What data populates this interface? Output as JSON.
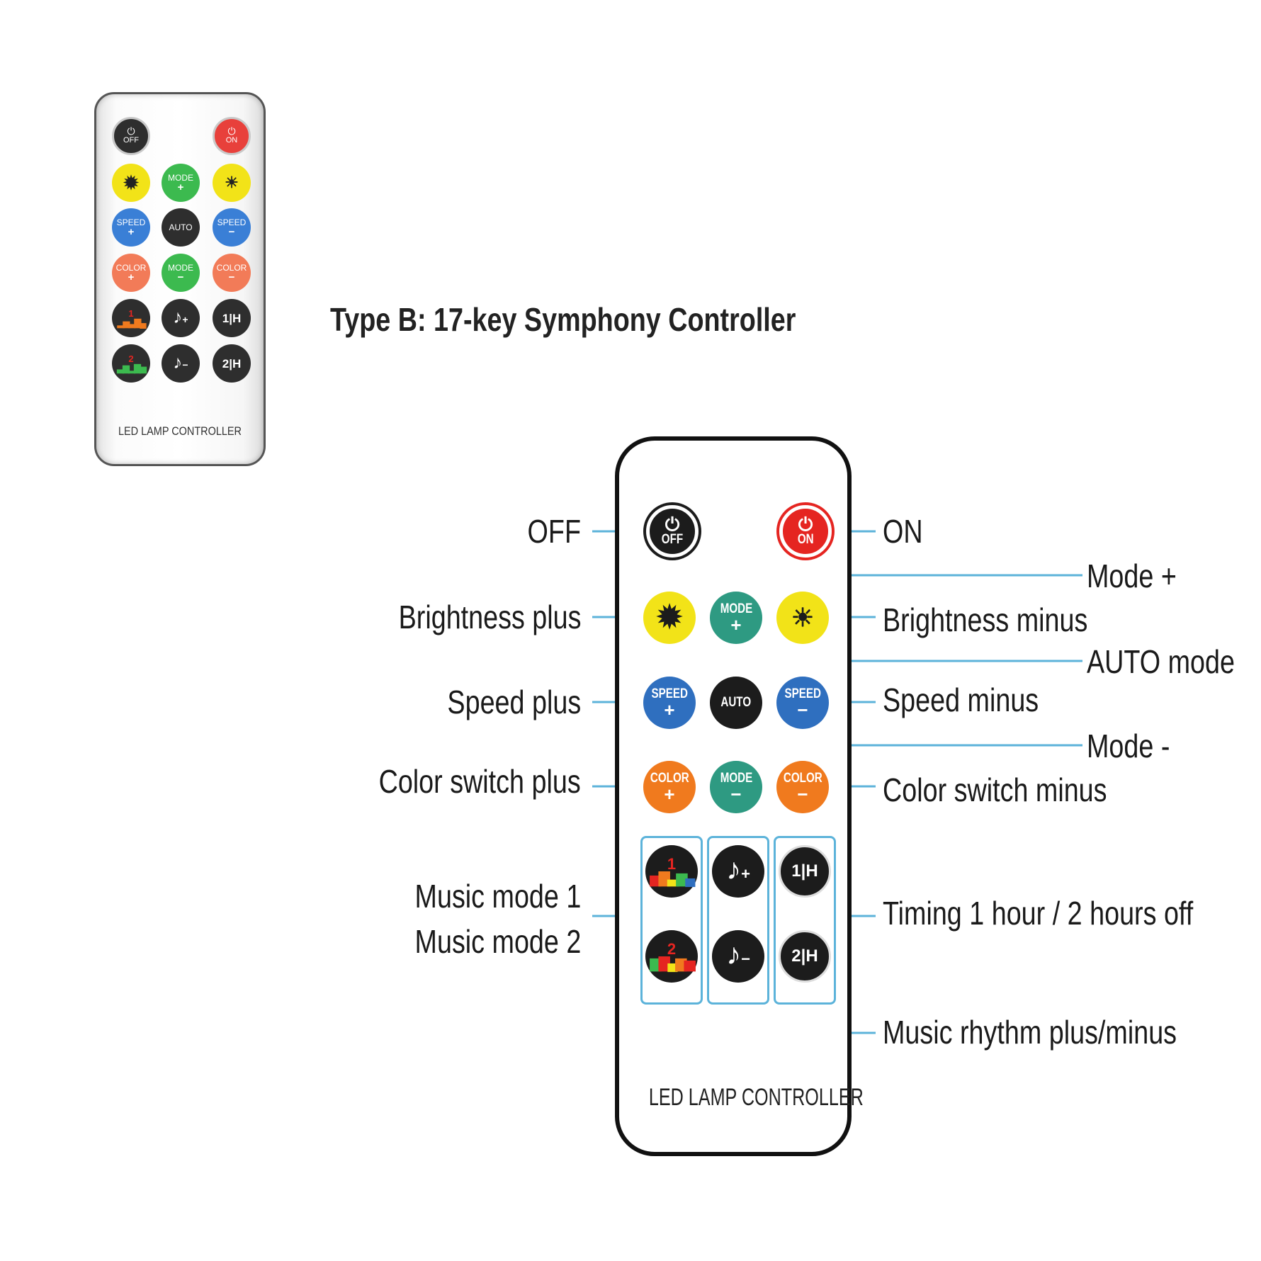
{
  "title": "Type B: 17-key Symphony Controller",
  "remote": {
    "footer": "LED LAMP CONTROLLER",
    "buttons": {
      "off": "OFF",
      "on": "ON",
      "mode": "MODE",
      "speed": "SPEED",
      "auto": "AUTO",
      "color": "COLOR",
      "plus": "+",
      "minus": "−",
      "music_1": "1",
      "music_2": "2",
      "timer_1": "1",
      "timer_2": "2",
      "timer_h": "H",
      "note": "♪"
    }
  },
  "labels": {
    "off": "OFF",
    "on": "ON",
    "mode_plus": "Mode +",
    "brightness_plus": "Brightness plus",
    "brightness_minus": "Brightness minus",
    "auto_mode": "AUTO mode",
    "speed_plus": "Speed plus",
    "speed_minus": "Speed minus",
    "mode_minus": "Mode -",
    "color_switch_plus": "Color switch plus",
    "color_switch_minus": "Color switch minus",
    "music_mode_1": "Music mode 1",
    "music_mode_2": "Music mode 2",
    "timing": "Timing 1 hour / 2 hours off",
    "music_rhythm": "Music rhythm plus/minus"
  },
  "colors": {
    "black": "#1c1c1c",
    "red": "#e52521",
    "yellow": "#f2e318",
    "teal": "#2e9a82",
    "green_small": "#3cba4f",
    "blue": "#2f6fbf",
    "orange": "#f07a1e",
    "salmon_small": "#f27b58",
    "callout_line": "#5cb3da"
  }
}
